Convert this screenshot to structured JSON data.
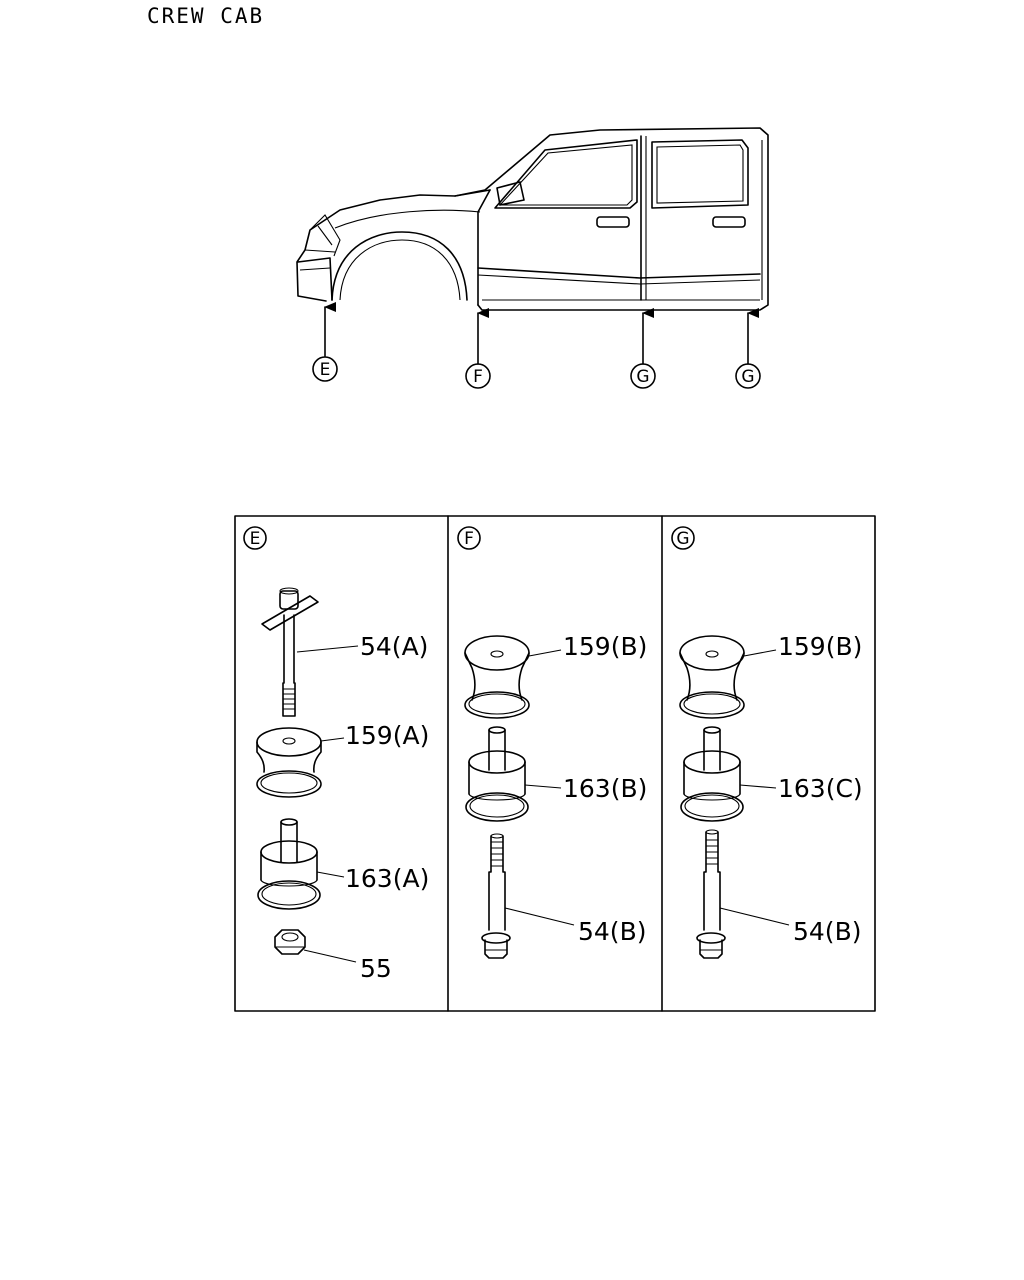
{
  "title": "CREW CAB",
  "vehicle_callouts": [
    {
      "letter": "E"
    },
    {
      "letter": "F"
    },
    {
      "letter": "G"
    },
    {
      "letter": "G"
    }
  ],
  "panels": [
    {
      "letter": "E",
      "parts": [
        "54(A)",
        "159(A)",
        "163(A)",
        "55"
      ]
    },
    {
      "letter": "F",
      "parts": [
        "159(B)",
        "163(B)",
        "54(B)"
      ]
    },
    {
      "letter": "G",
      "parts": [
        "159(B)",
        "163(C)",
        "54(B)"
      ]
    }
  ]
}
